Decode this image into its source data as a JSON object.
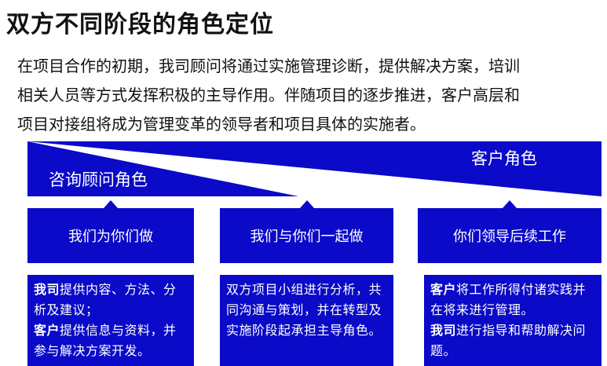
{
  "title": "双方不同阶段的角色定位",
  "intro": {
    "line1": "在项目合作的初期，我司顾问将通过实施管理诊断，提供解决方案，培训",
    "line2": "相关人员等方式发挥积极的主导作用。伴随项目的逐步推进，客户高层和",
    "line3": "项目对接组将成为管理变革的领导者和项目具体的实施者。"
  },
  "roles": {
    "consultant_role": "咨询顾问角色",
    "client_role": "客户角色"
  },
  "stages": [
    {
      "label": "我们为你们做"
    },
    {
      "label": "我们与你们一起做"
    },
    {
      "label": "你们领导后续工作"
    }
  ],
  "details": [
    {
      "term1": "我司",
      "text1": "提供内容、方法、分析及建议；",
      "term2": "客户",
      "text2": "提供信息与资料，并参与解决方案开发。"
    },
    {
      "text": "双方项目小组进行分析，共同沟通与策划，并在转型及实施阶段起承担主导角色。"
    },
    {
      "term1": "客户",
      "text1": "将工作所得付诸实践并在将来进行管理。",
      "term2": "我司",
      "text2": "进行指导和帮助解决问题。"
    }
  ],
  "colors": {
    "primary_blue": "#0a0ac8"
  }
}
